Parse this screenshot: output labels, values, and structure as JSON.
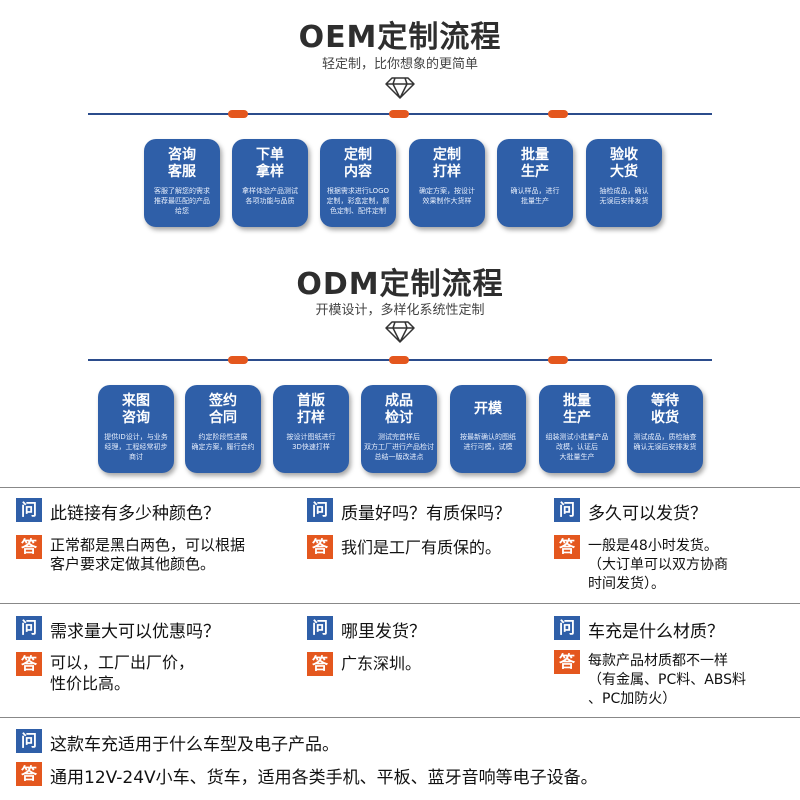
{
  "oem": {
    "title": "OEM定制流程",
    "subtitle": "轻定制，比你想象的更简单",
    "steps": [
      {
        "title": "咨询\n客服",
        "desc": "客服了解您的需求\n推荐最匹配的产品\n给您"
      },
      {
        "title": "下单\n拿样",
        "desc": "拿样体验产品测试\n各项功能与品质"
      },
      {
        "title": "定制\n内容",
        "desc": "根据需求进行LOGO\n定制，彩盒定制，颜\n色定制、配件定制"
      },
      {
        "title": "定制\n打样",
        "desc": "确定方案，按设计\n效果制作大货样"
      },
      {
        "title": "批量\n生产",
        "desc": "确认样品，进行\n批量生产"
      },
      {
        "title": "验收\n大货",
        "desc": "抽检成品，确认\n无误后安排发货"
      }
    ]
  },
  "odm": {
    "title": "ODM定制流程",
    "subtitle": "开模设计，多样化系统性定制",
    "steps": [
      {
        "title": "来图\n咨询",
        "desc": "提供ID设计，与业务\n经理，工程经常初步\n商讨"
      },
      {
        "title": "签约\n合同",
        "desc": "约定阶段性进展\n确定方案，履行合约"
      },
      {
        "title": "首版\n打样",
        "desc": "按设计图纸进行\n3D快速打样"
      },
      {
        "title": "成品\n检讨",
        "desc": "测试完首样后\n双方工厂进行产品检讨\n总结一版改进点"
      },
      {
        "title": "开模",
        "desc": "按最新确认的图纸\n进行可模，试模"
      },
      {
        "title": "批量\n生产",
        "desc": "组装测试小批量产品\n改模，认证后\n大批量生产"
      },
      {
        "title": "等待\n收货",
        "desc": "测试成品，质检抽查\n确认无误后安排发货"
      }
    ]
  },
  "qa_labels": {
    "q": "问",
    "a": "答"
  },
  "faq": [
    {
      "q": "此链接有多少种颜色？",
      "a": "正常都是黑白两色，可以根据\n客户要求定做其他颜色。"
    },
    {
      "q": "质量好吗？有质保吗？",
      "a": "我们是工厂有质保的。"
    },
    {
      "q": "多久可以发货？",
      "a": "一般是48小时发货。\n（大订单可以双方协商\n时间发货）。"
    },
    {
      "q": "需求量大可以优惠吗？",
      "a": "可以，工厂出厂价，\n性价比高。"
    },
    {
      "q": "哪里发货？",
      "a": "广东深圳。"
    },
    {
      "q": "车充是什么材质？",
      "a": "每款产品材质都不一样\n（有金属、PC料、ABS料\n、PC加防火）"
    },
    {
      "q": "这款车充适用于什么车型及电子产品。",
      "a": "通用12V-24V小车、货车，适用各类手机、平板、蓝牙音响等电子设备。"
    }
  ],
  "colors": {
    "blue": "#2f5fa8",
    "orange": "#e4571e",
    "line": "#2b4c8c"
  }
}
